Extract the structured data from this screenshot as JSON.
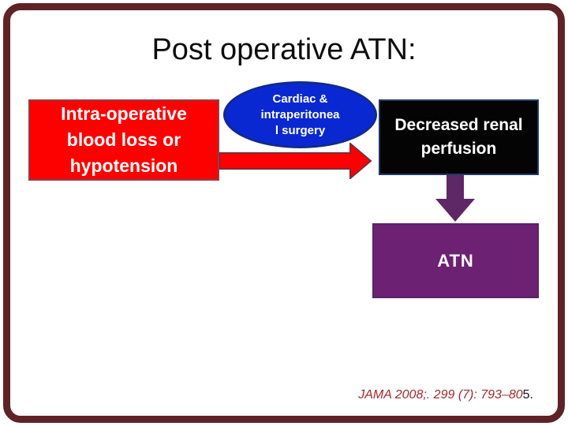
{
  "slide": {
    "title": "Post operative ATN:",
    "cause_box": {
      "lines": [
        "Intra-operative",
        "blood loss or",
        "hypotension"
      ]
    },
    "surgery_ellipse": {
      "lines": [
        "Cardiac &",
        "intraperitonea",
        "l surgery"
      ]
    },
    "perfusion_box": {
      "lines": [
        "Decreased renal",
        "perfusion"
      ]
    },
    "atn_box": {
      "label": "ATN"
    },
    "citation": {
      "main": "JAMA 2008;. 299 (7): 793–80",
      "suffix": "5."
    },
    "colors": {
      "frame_border": "#5e2227",
      "cause_fill": "#fd0100",
      "cause_border": "#8e3f48",
      "ellipse_fill": "#0a28d2",
      "ellipse_border": "#112a8d",
      "red_arrow_fill": "#fb0103",
      "red_arrow_outline": "#7e2a31",
      "perfusion_fill": "#040404",
      "perfusion_border": "#1f3864",
      "purple_arrow_fill": "#5e2765",
      "atn_fill": "#6d2173",
      "atn_border": "#562366",
      "citation_red": "#a5282c",
      "title_color": "#0d0d0d"
    }
  }
}
